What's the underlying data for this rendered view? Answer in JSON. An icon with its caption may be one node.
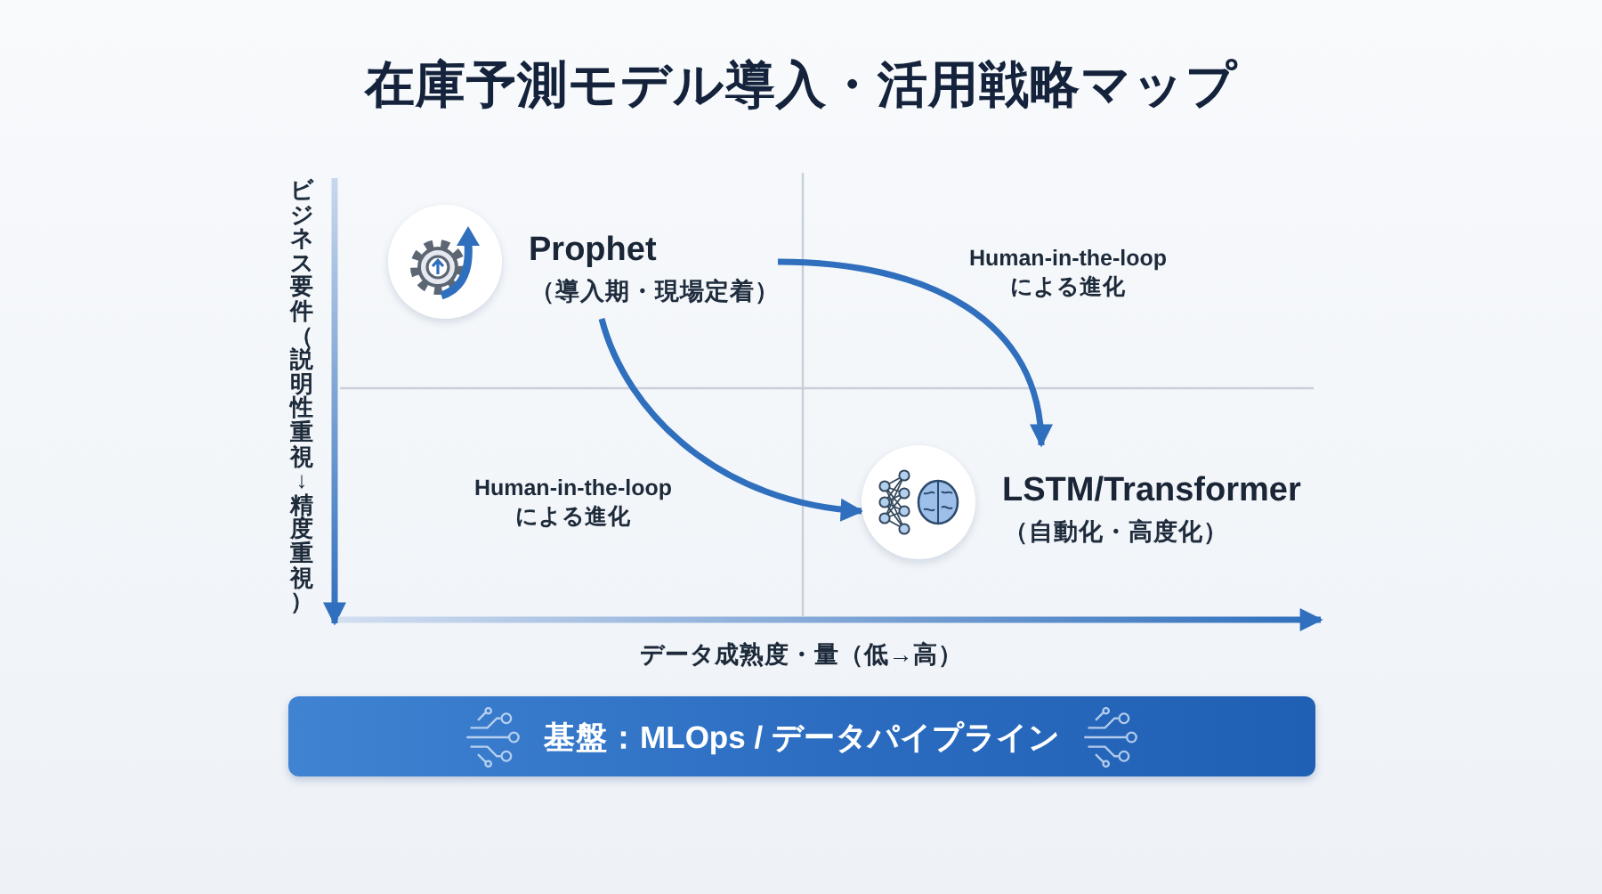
{
  "diagram": {
    "title": "在庫予測モデル導入・活用戦略マップ",
    "nodes": [
      {
        "text": [
          "Prophet",
          "（導入期・現場定着）"
        ]
      },
      {
        "text": [
          "LSTM/Transformer",
          "（自動化・高度化）"
        ]
      },
      {
        "text": [
          "基盤：MLOps / データパイプライン"
        ]
      }
    ],
    "edges": [
      {
        "from": 0,
        "to": 1,
        "arrow": "to",
        "label": "Human-in-the-loop による進化"
      },
      {
        "from": 0,
        "to": 1,
        "arrow": "to",
        "label": "Human-in-the-loop による進化"
      }
    ],
    "labels": [
      "ビジネス要件（説明性重視↓精度重視）",
      "データ成熟度・量（低→高）"
    ]
  }
}
